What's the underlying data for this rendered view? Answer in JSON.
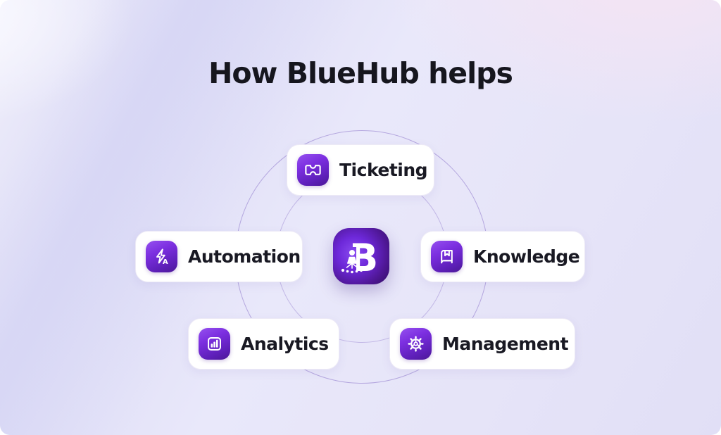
{
  "title": "How BlueHub helps",
  "brand": {
    "name": "BlueHub",
    "logo_letter": "B"
  },
  "features": [
    {
      "label": "Ticketing",
      "icon": "ticket-icon"
    },
    {
      "label": "Automation",
      "icon": "lightning-icon"
    },
    {
      "label": "Knowledge",
      "icon": "book-icon"
    },
    {
      "label": "Analytics",
      "icon": "bar-chart-icon"
    },
    {
      "label": "Management",
      "icon": "gear-icon"
    }
  ],
  "automation_icon_letter": "A",
  "colors": {
    "accent_purple": "#6d28d9",
    "tile_gradient_start": "#9550ef",
    "tile_gradient_end": "#4b1896",
    "card_background": "#ffffff",
    "card_border": "#edeaf6",
    "orbit_stroke": "#937dcd",
    "title_text": "#16161e",
    "label_text": "#191923",
    "background_base": "#e6e4f8",
    "background_pink": "#f6e4f3"
  }
}
